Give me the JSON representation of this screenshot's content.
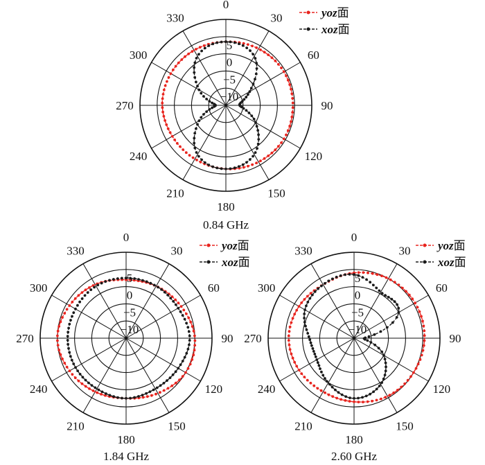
{
  "chart_data": [
    {
      "type": "polar-line",
      "caption": "0.84 GHz",
      "angle_labels": [
        "0",
        "30",
        "60",
        "90",
        "120",
        "150",
        "180",
        "210",
        "240",
        "270",
        "300",
        "330"
      ],
      "radial_ticks": [
        "5",
        "0",
        "−5",
        "−10"
      ],
      "rlim": [
        -15,
        10
      ],
      "series": [
        {
          "name": "yoz面",
          "marker": "•",
          "color": "#e8241e",
          "angles": [
            0,
            30,
            60,
            90,
            120,
            150,
            180,
            210,
            240,
            270,
            300,
            330
          ],
          "values": [
            3.5,
            4.0,
            4.5,
            4.5,
            4.5,
            4.0,
            3.5,
            3.0,
            3.0,
            3.5,
            3.5,
            3.5
          ]
        },
        {
          "name": "xoz面",
          "marker": "•",
          "color": "#1a1a1a",
          "angles": [
            0,
            30,
            60,
            90,
            120,
            150,
            180,
            210,
            240,
            270,
            300,
            330
          ],
          "values": [
            3.5,
            1.5,
            -7,
            -11,
            -5,
            1.5,
            3.5,
            1.5,
            -6,
            -12,
            -6,
            1.5
          ]
        }
      ],
      "legend": {
        "position": "top-right",
        "items": [
          {
            "label": "yoz面",
            "color": "#e8241e"
          },
          {
            "label": "xoz面",
            "color": "#1a1a1a"
          }
        ]
      }
    },
    {
      "type": "polar-line",
      "caption": "1.84 GHz",
      "angle_labels": [
        "0",
        "30",
        "60",
        "90",
        "120",
        "150",
        "180",
        "210",
        "240",
        "270",
        "300",
        "330"
      ],
      "radial_ticks": [
        "5",
        "0",
        "−5",
        "−10"
      ],
      "rlim": [
        -15,
        10
      ],
      "series": [
        {
          "name": "yoz面",
          "marker": "•",
          "color": "#e8241e",
          "angles": [
            0,
            30,
            60,
            90,
            120,
            150,
            180,
            210,
            240,
            270,
            300,
            330
          ],
          "values": [
            2.0,
            2.5,
            3.5,
            5.0,
            5.0,
            3.5,
            2.5,
            3.0,
            4.0,
            5.0,
            4.0,
            3.0
          ]
        },
        {
          "name": "xoz面",
          "marker": "•",
          "color": "#1a1a1a",
          "angles": [
            0,
            30,
            60,
            90,
            120,
            150,
            180,
            210,
            240,
            270,
            300,
            330
          ],
          "values": [
            2.5,
            2.5,
            2.5,
            3.5,
            2.5,
            2.0,
            2.5,
            2.0,
            2.0,
            2.0,
            2.0,
            2.5
          ]
        }
      ],
      "legend": {
        "position": "top-right",
        "items": [
          {
            "label": "yoz面",
            "color": "#e8241e"
          },
          {
            "label": "xoz面",
            "color": "#1a1a1a"
          }
        ]
      }
    },
    {
      "type": "polar-line",
      "caption": "2.60 GHz",
      "angle_labels": [
        "0",
        "30",
        "60",
        "90",
        "120",
        "150",
        "180",
        "210",
        "240",
        "270",
        "300",
        "330"
      ],
      "radial_ticks": [
        "5",
        "0",
        "−5",
        "−10"
      ],
      "rlim": [
        -15,
        10
      ],
      "series": [
        {
          "name": "yoz面",
          "marker": "•",
          "color": "#e8241e",
          "angles": [
            0,
            30,
            60,
            90,
            120,
            150,
            180,
            210,
            240,
            270,
            300,
            330
          ],
          "values": [
            4.0,
            5.0,
            5.5,
            5.5,
            5.0,
            4.5,
            3.5,
            3.0,
            3.5,
            4.0,
            3.5,
            3.0
          ]
        },
        {
          "name": "xoz面",
          "marker": "•",
          "color": "#1a1a1a",
          "angles": [
            0,
            30,
            60,
            90,
            120,
            150,
            180,
            210,
            240,
            270,
            300,
            330
          ],
          "values": [
            3.5,
            0.5,
            0.0,
            -12,
            -5,
            0.5,
            2.5,
            0.0,
            -2.5,
            -2.0,
            1.5,
            3.0
          ]
        }
      ],
      "legend": {
        "position": "top-right",
        "items": [
          {
            "label": "yoz面",
            "color": "#e8241e"
          },
          {
            "label": "xoz面",
            "color": "#1a1a1a"
          }
        ]
      }
    }
  ]
}
